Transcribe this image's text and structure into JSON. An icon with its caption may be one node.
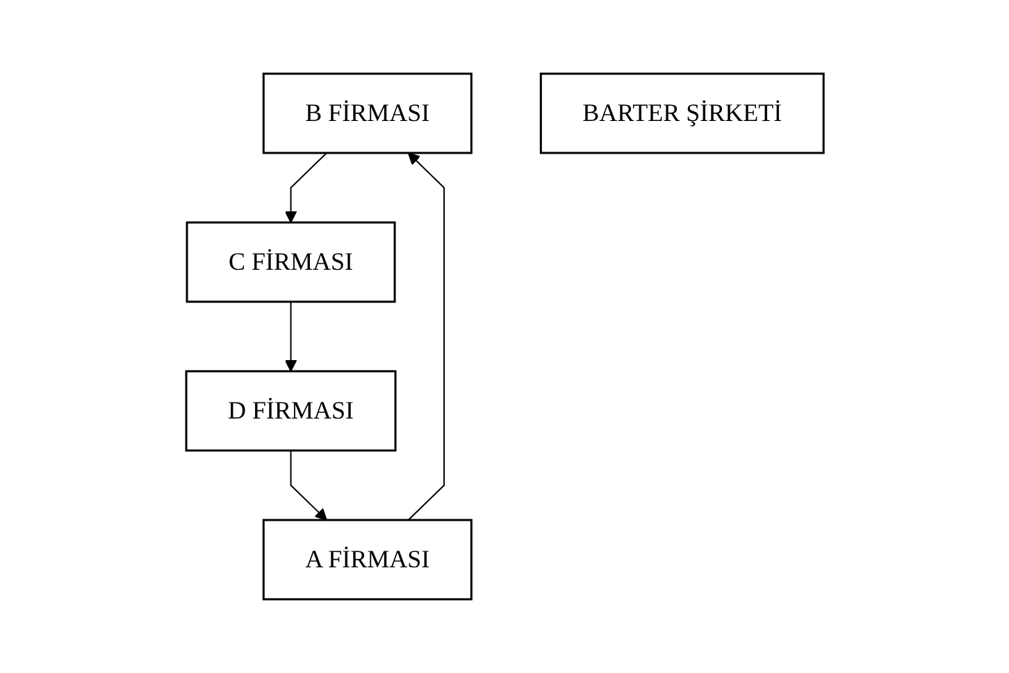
{
  "diagram": {
    "nodes": [
      {
        "text": [
          "B FİRMASI"
        ]
      },
      {
        "text": [
          "A FİRMASI"
        ]
      },
      {
        "text": [
          "BARTER ŞİRKETİ"
        ]
      },
      {
        "text": [
          "C FİRMASI"
        ]
      },
      {
        "text": [
          "D FİRMASI"
        ]
      }
    ],
    "edges": [
      {
        "from": 1,
        "to": 0,
        "arrow": "to"
      },
      {
        "from": 0,
        "to": 3,
        "arrow": "to"
      },
      {
        "from": 3,
        "to": 4,
        "arrow": "to"
      },
      {
        "from": 4,
        "to": 1,
        "arrow": "to"
      }
    ]
  }
}
